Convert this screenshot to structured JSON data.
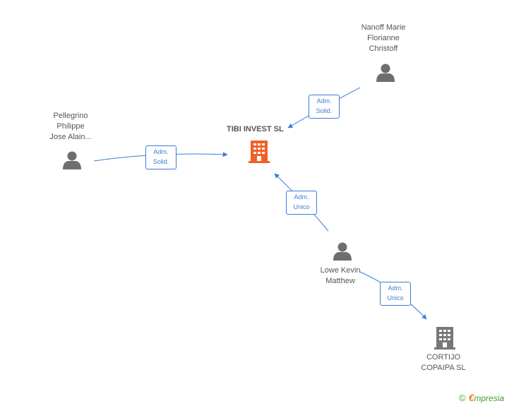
{
  "nodes": {
    "nanoff": {
      "label": "Nanoff Marie\nFlorianne\nChristoff",
      "icon": "person-icon"
    },
    "pellegrino": {
      "label": "Pellegrino\nPhilippe\nJose Alain...",
      "icon": "person-icon"
    },
    "tibi": {
      "label": "TIBI INVEST  SL",
      "icon": "building-icon",
      "color": "#f0602a"
    },
    "lowe": {
      "label": "Lowe Kevin\nMatthew",
      "icon": "person-icon"
    },
    "cortijo": {
      "label": "CORTIJO\nCOPAIPA SL",
      "icon": "building-icon",
      "color": "#777777"
    }
  },
  "edges": {
    "nanoff_tibi": "Adm.\nSolid.",
    "pellegrino_tibi": "Adm.\nSolid.",
    "lowe_tibi": "Adm.\nUnico",
    "lowe_cortijo": "Adm.\nUnico"
  },
  "colors": {
    "edge": "#3b7dd8",
    "person": "#6e6e6e",
    "text": "#555555"
  },
  "brand": {
    "copyright": "©",
    "initial": "€",
    "name": "mpresia"
  }
}
